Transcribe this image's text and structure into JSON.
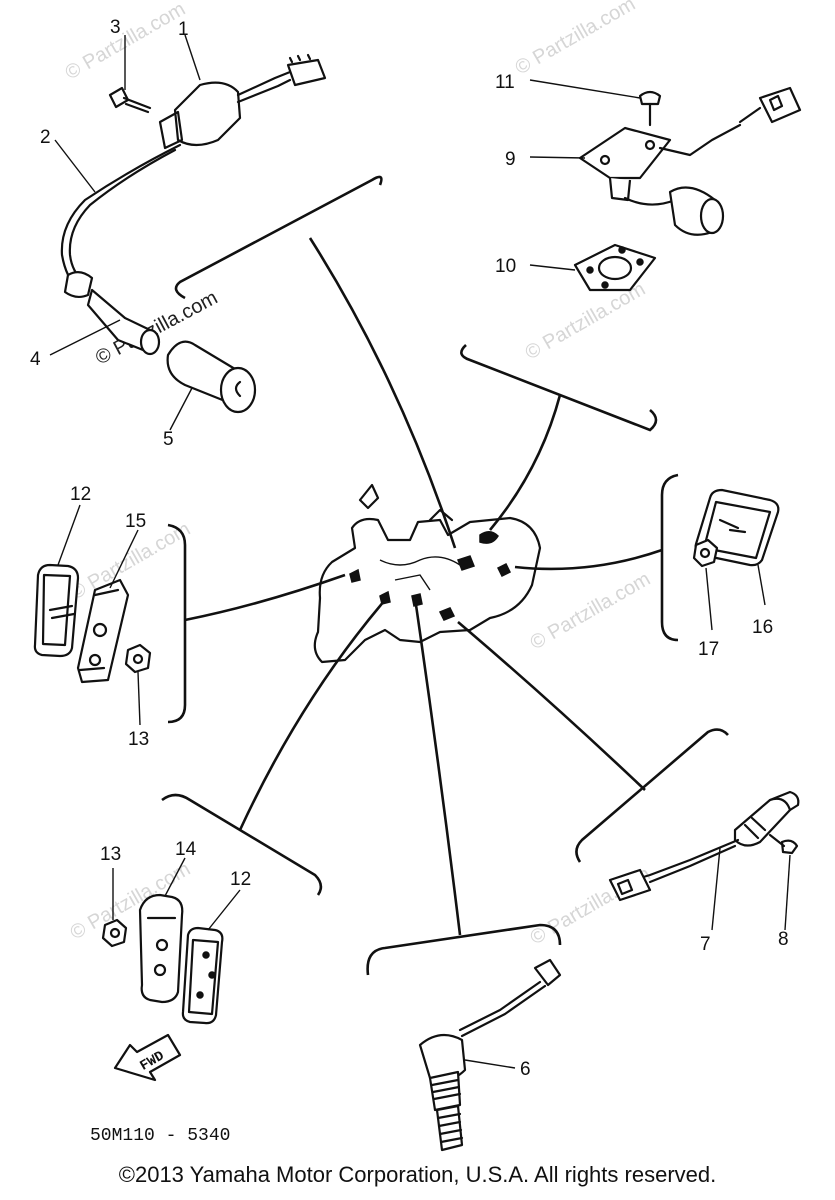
{
  "diagram_code": "50M110 - 5340",
  "fwd_label": "FWD",
  "copyright": "©2013 Yamaha Motor Corporation, U.S.A. All rights reserved.",
  "watermark": "© Partzilla.com",
  "part_labels": {
    "p1": "1",
    "p2": "2",
    "p3": "3",
    "p4": "4",
    "p5": "5",
    "p6": "6",
    "p7": "7",
    "p8": "8",
    "p9": "9",
    "p10": "10",
    "p11": "11",
    "p12a": "12",
    "p12b": "12",
    "p13a": "13",
    "p13b": "13",
    "p14": "14",
    "p15": "15",
    "p16": "16",
    "p17": "17"
  }
}
